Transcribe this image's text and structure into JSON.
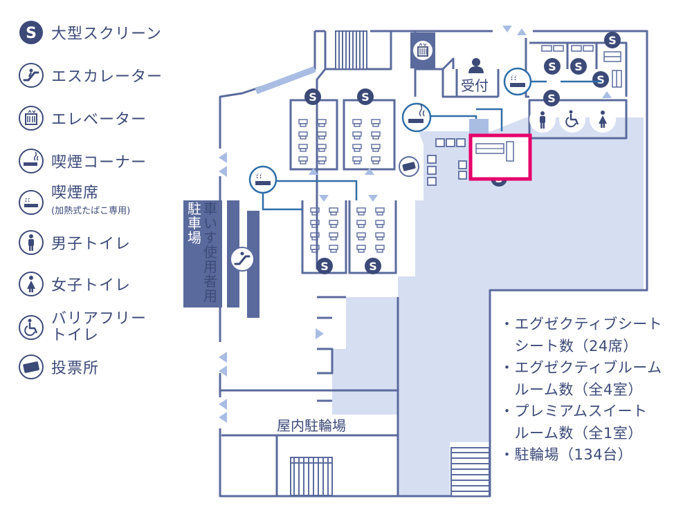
{
  "legend": {
    "items": [
      {
        "icon": "screen-s-icon",
        "label": "大型スクリーン"
      },
      {
        "icon": "escalator-icon",
        "label": "エスカレーター"
      },
      {
        "icon": "elevator-icon",
        "label": "エレベーター"
      },
      {
        "icon": "smoking-corner-icon",
        "label": "喫煙コーナー"
      },
      {
        "icon": "smoking-seat-icon",
        "label": "喫煙席",
        "sublabel": "(加熱式たばこ専用)"
      },
      {
        "icon": "mens-toilet-icon",
        "label": "男子トイレ"
      },
      {
        "icon": "womens-toilet-icon",
        "label": "女子トイレ"
      },
      {
        "icon": "accessible-toilet-icon",
        "label": "バリアフリー",
        "label_line2": "トイレ"
      },
      {
        "icon": "ballot-box-icon",
        "label": "投票所"
      }
    ]
  },
  "map": {
    "parking_label_col1": "駐車場",
    "parking_label_col2": "車いす使用者用",
    "reception": "受付",
    "bicycle_parking_indoor": "屋内駐輪場",
    "screen_mark": "S"
  },
  "notes": {
    "items": [
      "・エグゼクティブシート",
      "　シート数（24席）",
      "・エグゼクティブルーム",
      "　ルーム数（全4室）",
      "・プレミアムスイート",
      "　ルーム数（全1室）",
      "・駐輪場（134台）"
    ]
  },
  "colors": {
    "wall": "#5a6a9c",
    "floor_blue": "#d6def2",
    "dark_block": "#5a6a9c",
    "highlight": "#e5006a",
    "accent_line": "#2f6ea8"
  }
}
